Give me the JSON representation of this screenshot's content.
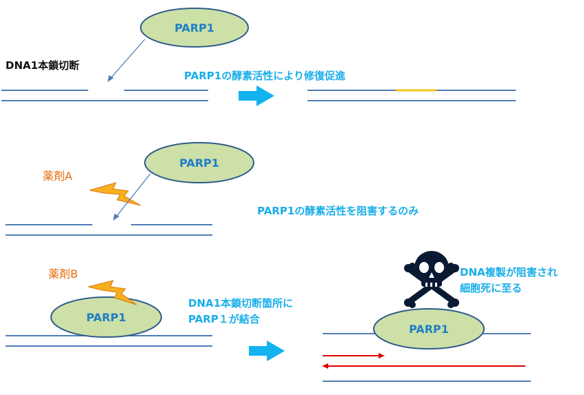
{
  "colors": {
    "strand": "#4F7DB5",
    "ellipse_fill": "#CDE0A8",
    "ellipse_stroke": "#2E5A8C",
    "text_blue": "#1F7FC6",
    "text_cyan": "#1AAEE8",
    "text_orange": "#E36C0A",
    "arrow_cyan": "#12B3EE",
    "repair": "#F5C518",
    "red": "#E00000",
    "lightning": "#F7B020",
    "lightning_stroke": "#D9730C"
  },
  "icons": {
    "lightning_a": "lightning-icon",
    "lightning_b": "lightning-icon",
    "skull": "skull-crossbones-icon"
  },
  "row1": {
    "damage_label": "DNA1本鎖切断",
    "enzyme": "PARP1",
    "repair_text": "PARP1の酵素活性により修復促進"
  },
  "row2": {
    "drug": "薬剤A",
    "enzyme": "PARP1",
    "effect": "PARP1の酵素活性を阻害するのみ"
  },
  "row3": {
    "drug": "薬剤B",
    "enzyme_left": "PARP1",
    "binding_line1": "DNA1本鎖切断箇所に",
    "binding_line2": "PARP１が結合",
    "enzyme_right": "PARP1",
    "outcome_line1": "DNA複製が阻害され",
    "outcome_line2": "細胞死に至る"
  }
}
